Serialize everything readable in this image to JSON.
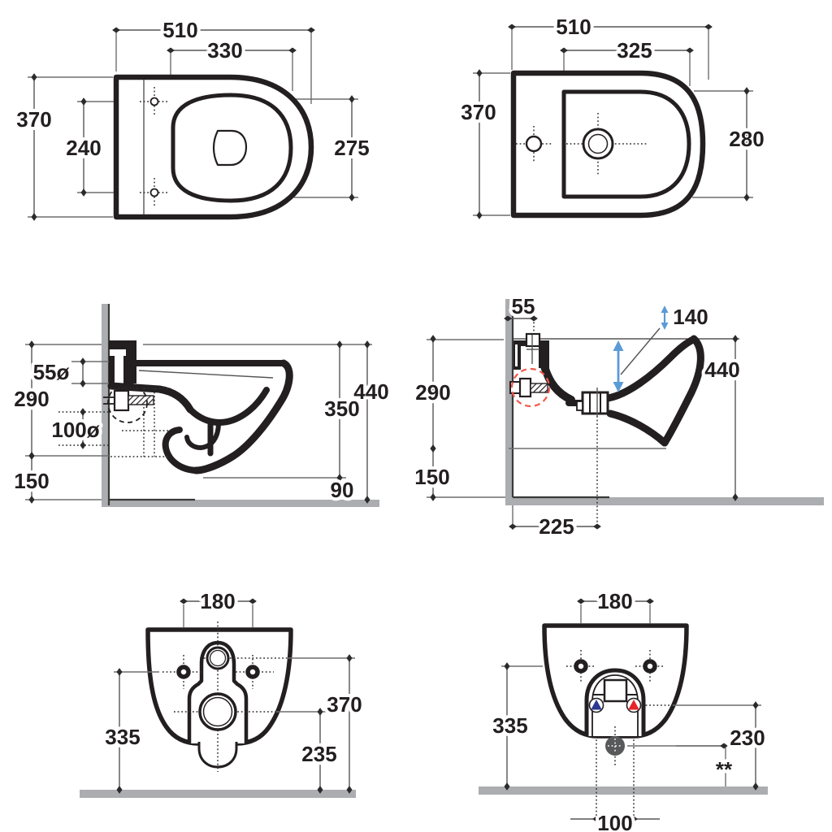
{
  "document": {
    "kind": "sanitaryware installation dimension drawing",
    "units_shown": "mm (implied)",
    "views": [
      "toilet top view",
      "bidet top view",
      "toilet side section",
      "bidet side section",
      "toilet rear view",
      "bidet rear view"
    ]
  },
  "colors": {
    "line": "#231f20",
    "wall_floor_gray": "#abadb0",
    "water_depth_arrow_blue": "#5b9bd5",
    "cold_water_blue": "#2b3990",
    "hot_water_red": "#e8232a",
    "fixing_detail_dashed_red": "#f2574b",
    "footnote_red": "#e8232a"
  },
  "views": {
    "toilet_top": {
      "dims": {
        "width": "510",
        "seat_width": "330",
        "depth": "370",
        "hinge_hole_spacing": "240",
        "seat_depth": "275"
      }
    },
    "bidet_top": {
      "dims": {
        "width": "510",
        "deck_span": "325",
        "depth": "370",
        "basin_depth": "280"
      }
    },
    "toilet_side": {
      "dims": {
        "inlet_diameter": "55ø",
        "upper_height": "290",
        "outlet_diameter": "100ø",
        "lower_height": "150",
        "total_height": "440",
        "rim_to_outlet": "350",
        "outlet_clearance": "90"
      }
    },
    "bidet_side": {
      "dims": {
        "fixing_offset": "55",
        "water_depth": "140",
        "upper_height": "290",
        "total_height": "440",
        "lower_height": "150",
        "drain_offset": "225"
      }
    },
    "toilet_rear": {
      "dims": {
        "fixing_spacing": "180",
        "fixing_height": "335",
        "inlet_height": "370",
        "outlet_height": "235"
      }
    },
    "bidet_rear": {
      "dims": {
        "fixing_spacing": "180",
        "fixing_height": "335",
        "tap_height": "230",
        "tap_spacing": "100",
        "footnote": "**"
      }
    }
  }
}
